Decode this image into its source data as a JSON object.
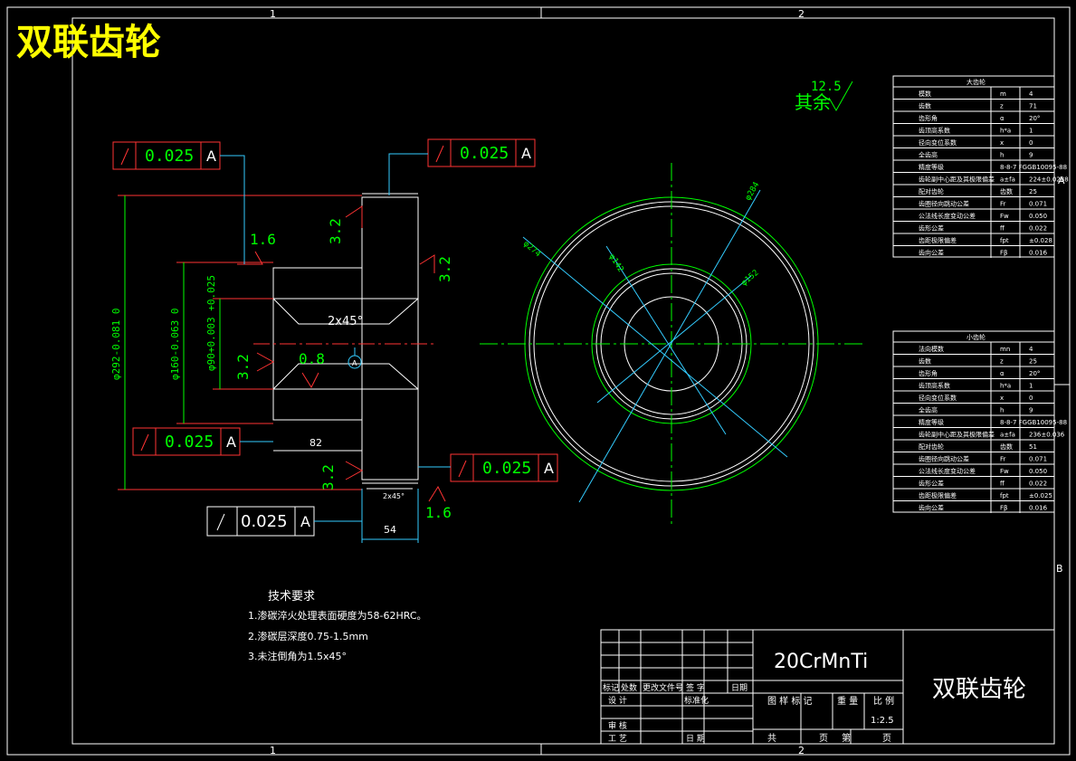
{
  "drawing": {
    "title_top": "双联齿轮",
    "zone_marks": {
      "top_1": "1",
      "top_2": "2",
      "bottom_1": "1",
      "bottom_2": "2",
      "side_a": "A",
      "side_b": "B"
    },
    "surface_note": {
      "roughness": "12.5",
      "label": "其余"
    },
    "tolerances": [
      {
        "value": "0.025",
        "datum": "A"
      },
      {
        "value": "0.025",
        "datum": "A"
      },
      {
        "value": "0.025",
        "datum": "A"
      },
      {
        "value": "0.025",
        "datum": "A"
      },
      {
        "value": "0.025",
        "datum": "A"
      }
    ],
    "roughness_marks": [
      "1.6",
      "3.2",
      "3.2",
      "3.2",
      "0.8",
      "3.2",
      "1.6"
    ],
    "dimensions": {
      "d292": "φ292-0.081 0",
      "d160": "φ160-0.063 0",
      "d90": "φ90+0.003 +0.025",
      "chamfer": "2x45°",
      "chamfer_small": "2x45°",
      "len82": "82",
      "len54": "54",
      "d274": "φ274",
      "d284": "φ284",
      "d142": "φ142",
      "d152": "φ152"
    }
  },
  "big_gear_table": {
    "title": "大齿轮",
    "rows": [
      [
        "模数",
        "m",
        "4"
      ],
      [
        "齿数",
        "z",
        "71"
      ],
      [
        "齿形角",
        "α",
        "20°"
      ],
      [
        "齿顶高系数",
        "h*a",
        "1"
      ],
      [
        "径向变位系数",
        "x",
        "0"
      ],
      [
        "全齿高",
        "h",
        "9"
      ],
      [
        "精度等级",
        "8-8-7 FGGB10095-88",
        ""
      ],
      [
        "齿轮副中心距及其极限偏差",
        "a±fa",
        "224±0.0288"
      ],
      [
        "配对齿轮",
        "齿数",
        "25"
      ],
      [
        "齿圈径向跳动公差",
        "Fr",
        "0.071"
      ],
      [
        "公法线长度变动公差",
        "Fw",
        "0.050"
      ],
      [
        "齿形公差",
        "ff",
        "0.022"
      ],
      [
        "齿距极限偏差",
        "fpt",
        "±0.028"
      ],
      [
        "齿向公差",
        "Fβ",
        "0.016"
      ]
    ]
  },
  "small_gear_table": {
    "title": "小齿轮",
    "rows": [
      [
        "法向模数",
        "mn",
        "4"
      ],
      [
        "齿数",
        "z",
        "25"
      ],
      [
        "齿形角",
        "α",
        "20°"
      ],
      [
        "齿顶高系数",
        "h*a",
        "1"
      ],
      [
        "径向变位系数",
        "x",
        "0"
      ],
      [
        "全齿高",
        "h",
        "9"
      ],
      [
        "精度等级",
        "8-8-7 FGGB10095-88",
        ""
      ],
      [
        "齿轮副中心距及其极限偏差",
        "a±fa",
        "236±0.036"
      ],
      [
        "配对齿轮",
        "齿数",
        "51"
      ],
      [
        "齿圈径向跳动公差",
        "Fr",
        "0.071"
      ],
      [
        "公法线长度变动公差",
        "Fw",
        "0.050"
      ],
      [
        "齿形公差",
        "ff",
        "0.022"
      ],
      [
        "齿距极限偏差",
        "fpt",
        "±0.025"
      ],
      [
        "齿向公差",
        "Fβ",
        "0.016"
      ]
    ]
  },
  "tech_requirements": {
    "heading": "技术要求",
    "items": [
      "1.渗碳淬火处理表面硬度为58-62HRC。",
      "2.渗碳层深度0.75-1.5mm",
      "3.未注倒角为1.5x45°"
    ]
  },
  "title_block": {
    "material": "20CrMnTi",
    "part_name": "双联齿轮",
    "row_labels": [
      "标记",
      "处数",
      "更改文件号",
      "签 字",
      "日期"
    ],
    "design": "设 计",
    "standard": "标准化",
    "review": "审 核",
    "process": "工 艺",
    "date": "日 期",
    "stage_mark": "图 样 标 记",
    "weight": "重 量",
    "scale_label": "比 例",
    "scale": "1:2.5",
    "total": "共",
    "sheets": "页",
    "sheet_no": "第",
    "sheet_unit": "页"
  },
  "colors": {
    "outline": "#ffffff",
    "dimension": "#00ff00",
    "tolerance": "#ff3333",
    "leader": "#33ccff",
    "title": "#ffff00"
  }
}
